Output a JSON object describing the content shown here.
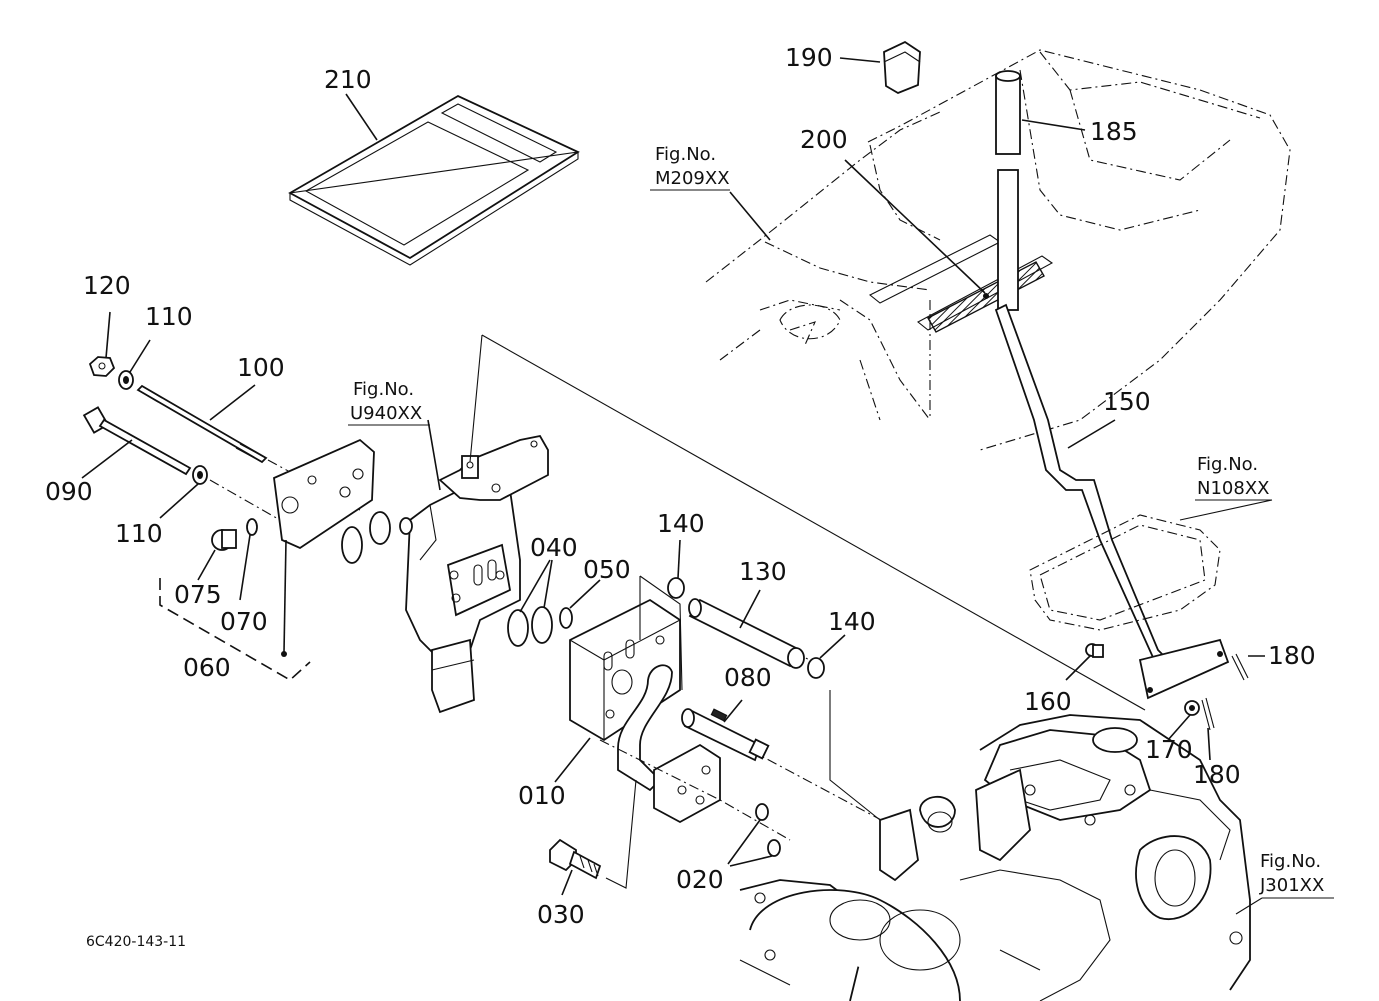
{
  "parts": {
    "p190": "190",
    "p185": "185",
    "p200": "200",
    "p210": "210",
    "p120": "120",
    "p110a": "110",
    "p100": "100",
    "p090": "090",
    "p110b": "110",
    "p075": "075",
    "p070": "070",
    "p060": "060",
    "p040": "040",
    "p050": "050",
    "p140a": "140",
    "p130": "130",
    "p140b": "140",
    "p080": "080",
    "p010": "010",
    "p030": "030",
    "p020": "020",
    "p150": "150",
    "p160": "160",
    "p170": "170",
    "p180a": "180",
    "p180b": "180"
  },
  "figure_refs": {
    "m209": {
      "title": "Fig.No.",
      "code": "M209XX"
    },
    "u940": {
      "title": "Fig.No.",
      "code": "U940XX"
    },
    "n108": {
      "title": "Fig.No.",
      "code": "N108XX"
    },
    "j301": {
      "title": "Fig.No.",
      "code": "J301XX"
    }
  },
  "drawing_code": "6C420-143-11"
}
